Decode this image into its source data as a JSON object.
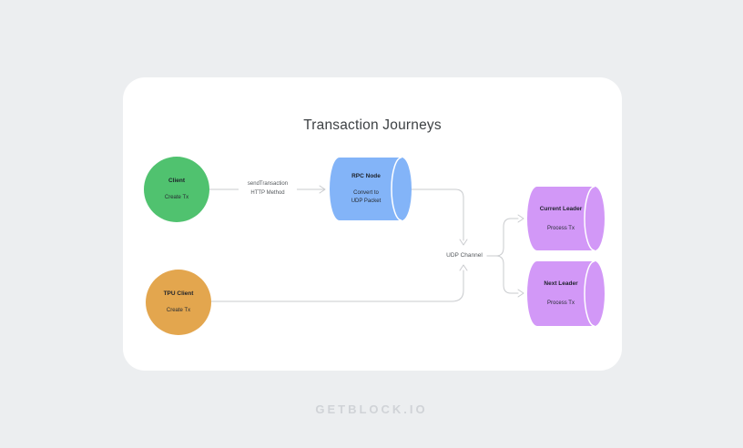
{
  "page": {
    "title": "Transaction Journeys",
    "footer": "GETBLOCK.IO"
  },
  "nodes": {
    "client": {
      "title": "Client",
      "subtitle": "Create Tx",
      "shape": "circle"
    },
    "tpu_client": {
      "title": "TPU Client",
      "subtitle": "Create Tx",
      "shape": "circle"
    },
    "rpc_node": {
      "title": "RPC Node",
      "subtitle_line1": "Convert to",
      "subtitle_line2": "UDP Packet",
      "shape": "cylinder"
    },
    "current_leader": {
      "title": "Current Leader",
      "subtitle": "Process Tx",
      "shape": "cylinder"
    },
    "next_leader": {
      "title": "Next Leader",
      "subtitle": "Process Tx",
      "shape": "cylinder"
    }
  },
  "edges": {
    "send_transaction": {
      "line1": "sendTransaction",
      "line2": "HTTP Method",
      "from": "client",
      "to": "rpc_node"
    },
    "udp_channel": {
      "label": "UDP Channel"
    }
  },
  "colors": {
    "background": "#eceef0",
    "card": "#ffffff",
    "client_green": "#50c26f",
    "tpu_orange": "#e3a64e",
    "rpc_blue": "#83b4f8",
    "leader_purple": "#d298f7",
    "connector_gray": "#c9cbce",
    "cylinder_seam_white": "#ffffff"
  }
}
